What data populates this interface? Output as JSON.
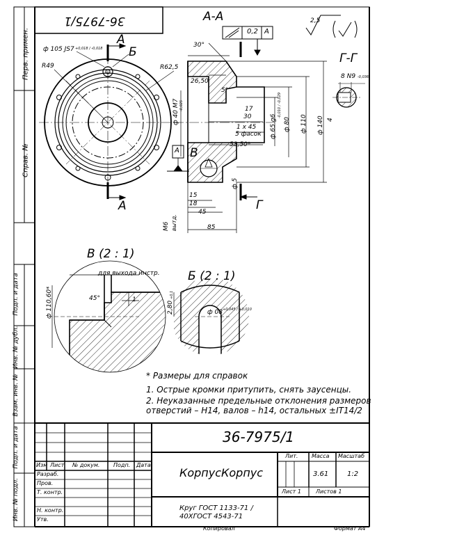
{
  "side_strip": {
    "top_code": "36-7975/1",
    "perv_primen": "Перв. примен.",
    "sprav_no": "Справ. №",
    "podp_data_1": "Подп. и дата",
    "inv_dubl": "Инв. № дубл.",
    "vzam_inv": "Взам. инв. №",
    "podp_data_2": "Подп. и дата",
    "inv_podl": "Инв. № подл."
  },
  "roughness": "2,5",
  "sections": {
    "aa": "А-А",
    "gg": "Г-Г",
    "view_v": "В (2 : 1)",
    "view_b": "Б (2 : 1)"
  },
  "frame": {
    "tol_value": "0,2",
    "tol_base": "А",
    "base_mark": "А"
  },
  "labels": {
    "a": "А",
    "b": "Б",
    "v": "В",
    "g": "Г",
    "d105": "ф 105 JS7",
    "d105_tol": "+0,018 / -0,018",
    "r49": "R49",
    "r62": "R62,5",
    "angle30": "30°",
    "dim26": "26,50",
    "dim5deg": "5°",
    "dim17": "17",
    "dim30": "30",
    "chamfer": "1 х 45",
    "chamfer2": "5 фасок",
    "dim53": "53,50*",
    "d40": "ф 40 М7",
    "d40_tol": "-0,025",
    "d65": "ф 65 g6",
    "d65_tol": "-0,010 / -0,029",
    "d80": "ф 80",
    "d110": "ф 110",
    "d140": "ф 140",
    "hole4": "4",
    "d5": "ф 5",
    "dim15": "15",
    "dim18": "18",
    "dim45": "45",
    "dim85": "85",
    "m6": "М6",
    "sverl": "вытд.",
    "n9": "8 N9",
    "n9_tol": "-0,036",
    "tool_exit": "для выхода инстр.",
    "d11060": "ф 110,60*",
    "ang45": "45°",
    "dim1": "1",
    "dim280": "2,80",
    "dim280_tol": "+0,1",
    "d8": "ф 08",
    "d8_tol": "+0,045 / +0,010"
  },
  "notes": {
    "ref": "* Размеры для справок",
    "n1": "1.   Острые кромки притупить, снять заусенцы.",
    "n2a": "2.   Неуказанные предельные отклонения размеров",
    "n2b": "отверстий – Н14, валов – h14, остальных ±IT14/2"
  },
  "title_block": {
    "designation": "36-7975/1",
    "name": "КорпусКорпус",
    "material_1": "Круг ГОСТ 1133-71 /",
    "material_2": "40ХГОСТ 4543-71",
    "lit": "Лит.",
    "mass_h": "Масса",
    "scale_h": "Масштаб",
    "mass": "3.61",
    "scale": "1:2",
    "sheet": "Лист 1",
    "sheets": "Листов 1",
    "cols": [
      "Изм",
      "Лист",
      "№ докум.",
      "Подп.",
      "Дата"
    ],
    "rows": [
      "Разраб.",
      "Пров.",
      "Т. контр.",
      "",
      "Н. контр.",
      "Утв."
    ],
    "copied": "Копировал",
    "format": "Формат А4"
  }
}
